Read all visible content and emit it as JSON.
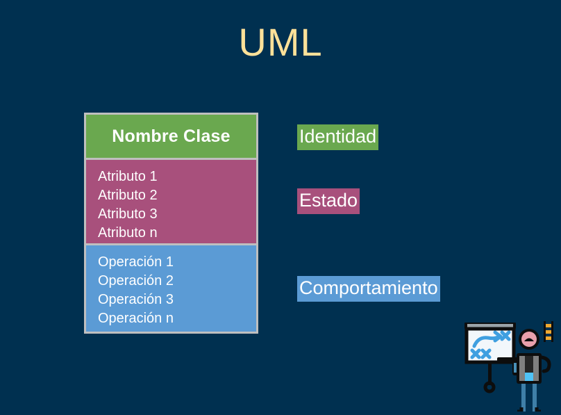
{
  "slide": {
    "title": "UML",
    "background_color": "#003050",
    "title_color": "#ffe199"
  },
  "class_diagram": {
    "border_color": "#bfbfbf",
    "name_section": {
      "label": "Nombre Clase",
      "fill_color": "#6aa84f",
      "text_color": "#ffffff"
    },
    "attributes_section": {
      "fill_color": "#a8507c",
      "text_color": "#ffffff",
      "items": [
        "Atributo 1",
        "Atributo 2",
        "Atributo 3",
        "Atributo n"
      ]
    },
    "operations_section": {
      "fill_color": "#5b9bd5",
      "text_color": "#ffffff",
      "items": [
        "Operación 1",
        "Operación 2",
        "Operación 3",
        "Operación n"
      ]
    }
  },
  "callouts": [
    {
      "label": "Identidad",
      "highlight_color": "#6aa84f",
      "maps_to": "name_section"
    },
    {
      "label": "Estado",
      "highlight_color": "#a8507c",
      "maps_to": "attributes_section"
    },
    {
      "label": "Comportamiento",
      "highlight_color": "#5b9bd5",
      "maps_to": "operations_section"
    }
  ],
  "decoration": {
    "presenter_icon_name": "presenter-whiteboard-icon",
    "board_color": "#f2f7fb",
    "board_frame_color": "#0d0d0d",
    "marks_color": "#3f9fe0",
    "face_color": "#e8a0ac",
    "body_color": "#4d4d4d",
    "accent_color": "#4fc3f7",
    "chart_color": "#f0a830"
  }
}
